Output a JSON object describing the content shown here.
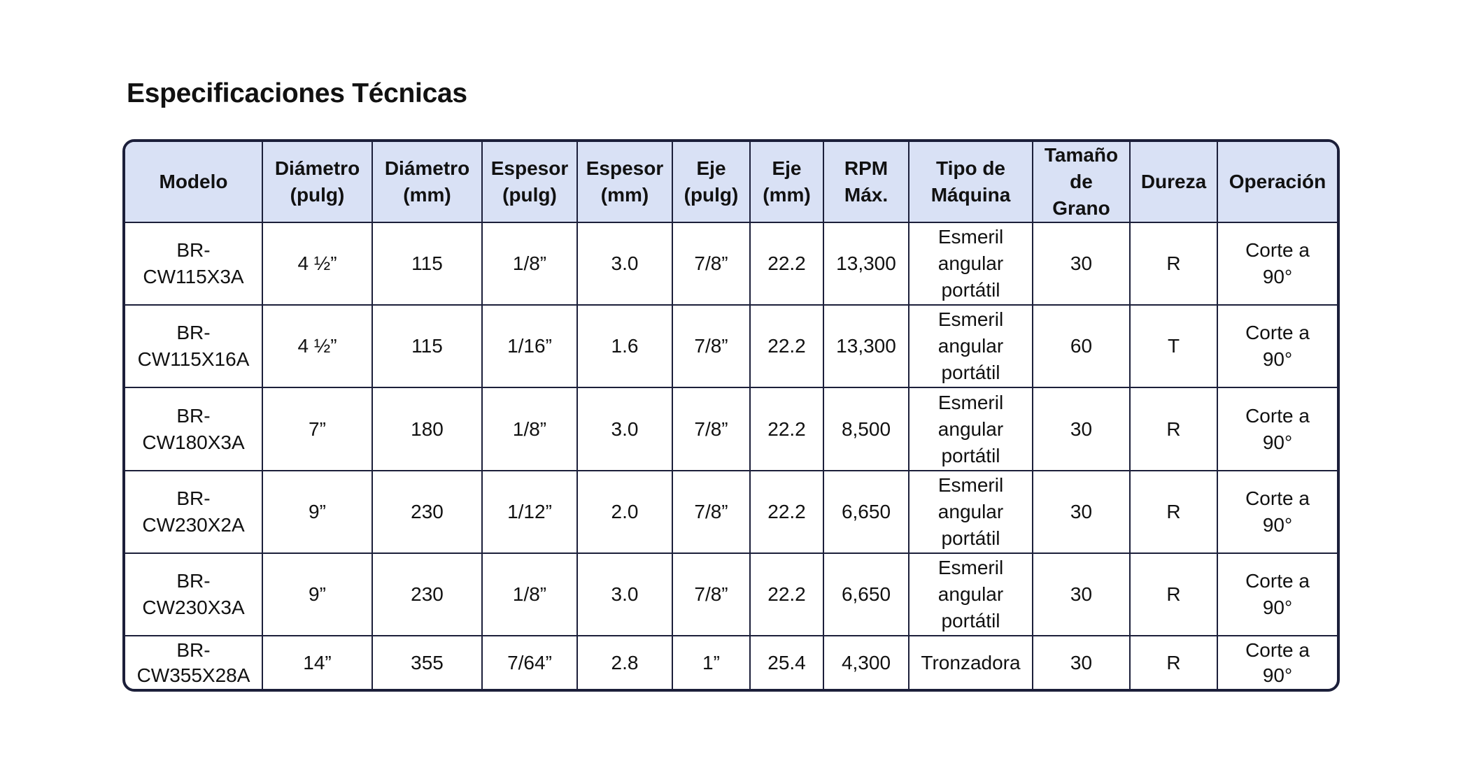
{
  "title": "Especificaciones Técnicas",
  "table": {
    "headers": [
      "Modelo",
      "Diámetro\n(pulg)",
      "Diámetro\n(mm)",
      "Espesor\n(pulg)",
      "Espesor\n(mm)",
      "Eje\n(pulg)",
      "Eje\n(mm)",
      "RPM\nMáx.",
      "Tipo de\nMáquina",
      "Tamaño\nde\nGrano",
      "Dureza",
      "Operación"
    ],
    "rows": [
      [
        "BR-\nCW115X3A",
        "4 ½”",
        "115",
        "1/8”",
        "3.0",
        "7/8”",
        "22.2",
        "13,300",
        "Esmeril\nangular\nportátil",
        "30",
        "R",
        "Corte a\n90°"
      ],
      [
        "BR-\nCW115X16A",
        "4 ½”",
        "115",
        "1/16”",
        "1.6",
        "7/8”",
        "22.2",
        "13,300",
        "Esmeril\nangular\nportátil",
        "60",
        "T",
        "Corte a\n90°"
      ],
      [
        "BR-\nCW180X3A",
        "7”",
        "180",
        "1/8”",
        "3.0",
        "7/8”",
        "22.2",
        "8,500",
        "Esmeril\nangular\nportátil",
        "30",
        "R",
        "Corte a\n90°"
      ],
      [
        "BR-\nCW230X2A",
        "9”",
        "230",
        "1/12”",
        "2.0",
        "7/8”",
        "22.2",
        "6,650",
        "Esmeril\nangular\nportátil",
        "30",
        "R",
        "Corte a\n90°"
      ],
      [
        "BR-\nCW230X3A",
        "9”",
        "230",
        "1/8”",
        "3.0",
        "7/8”",
        "22.2",
        "6,650",
        "Esmeril\nangular\nportátil",
        "30",
        "R",
        "Corte a\n90°"
      ],
      [
        "BR-\nCW355X28A",
        "14”",
        "355",
        "7/64”",
        "2.8",
        "1”",
        "25.4",
        "4,300",
        "Tronzadora",
        "30",
        "R",
        "Corte a\n90°"
      ]
    ]
  },
  "colors": {
    "header_background": "#d9e1f5",
    "border": "#1c1f3a",
    "text": "#111111"
  }
}
